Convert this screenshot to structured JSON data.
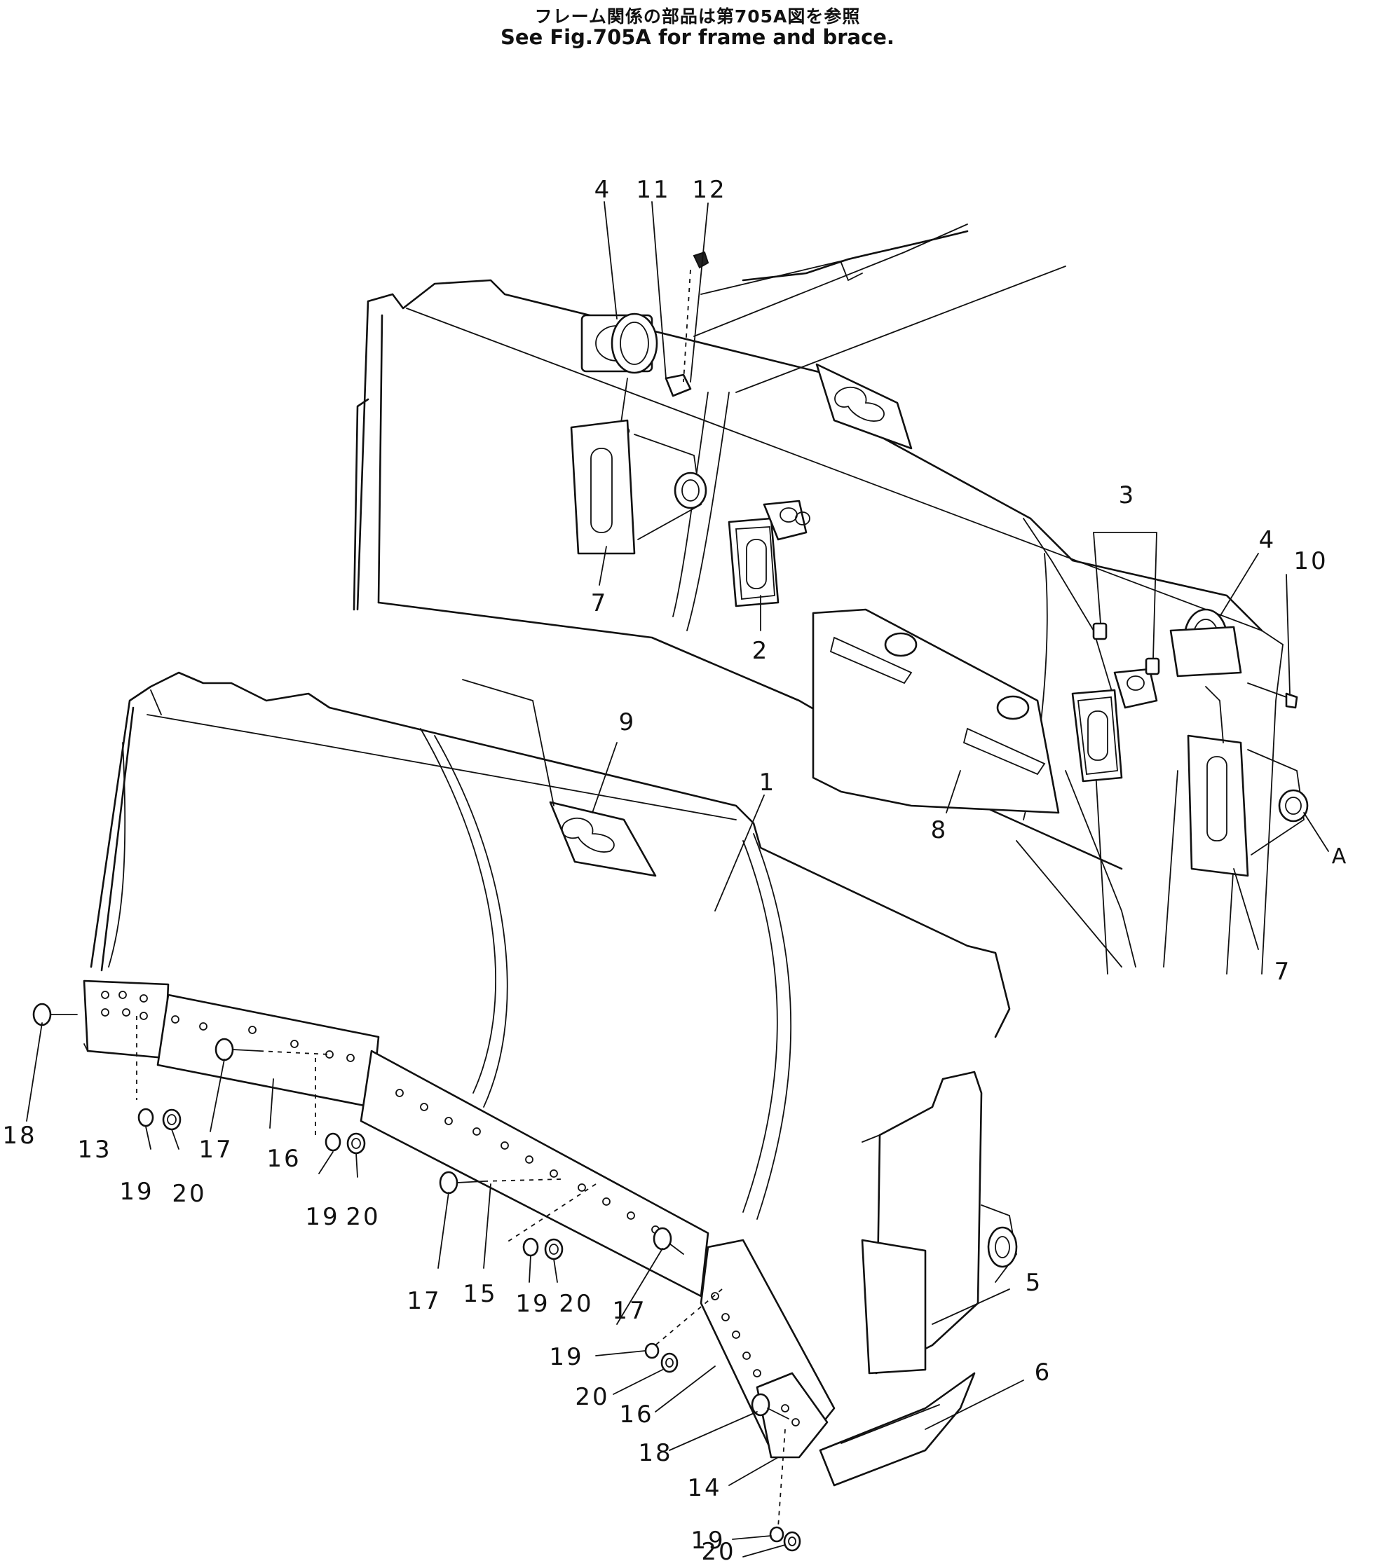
{
  "header": {
    "note_jp": "フレーム関係の部品は第705A図を参照",
    "note_en": "See Fig.705A for frame and brace."
  },
  "colors": {
    "ink": "#111111",
    "paper": "#ffffff"
  },
  "callouts": [
    {
      "id": "c4a",
      "text": "4"
    },
    {
      "id": "c11",
      "text": "11"
    },
    {
      "id": "c12",
      "text": "12"
    },
    {
      "id": "c3",
      "text": "3"
    },
    {
      "id": "c4b",
      "text": "4"
    },
    {
      "id": "c10",
      "text": "10"
    },
    {
      "id": "c7a",
      "text": "7"
    },
    {
      "id": "c2",
      "text": "2"
    },
    {
      "id": "c9",
      "text": "9"
    },
    {
      "id": "c8",
      "text": "8"
    },
    {
      "id": "cA",
      "text": "A"
    },
    {
      "id": "c7b",
      "text": "7"
    },
    {
      "id": "c1",
      "text": "1"
    },
    {
      "id": "c18a",
      "text": "18"
    },
    {
      "id": "c13",
      "text": "13"
    },
    {
      "id": "c19a",
      "text": "19"
    },
    {
      "id": "c20a",
      "text": "20"
    },
    {
      "id": "c17a",
      "text": "17"
    },
    {
      "id": "c16a",
      "text": "16"
    },
    {
      "id": "c19b",
      "text": "19"
    },
    {
      "id": "c20b",
      "text": "20"
    },
    {
      "id": "c17b",
      "text": "17"
    },
    {
      "id": "c15",
      "text": "15"
    },
    {
      "id": "c19c",
      "text": "19"
    },
    {
      "id": "c20c",
      "text": "20"
    },
    {
      "id": "c17c",
      "text": "17"
    },
    {
      "id": "c5",
      "text": "5"
    },
    {
      "id": "c6",
      "text": "6"
    },
    {
      "id": "c19d",
      "text": "19"
    },
    {
      "id": "c20d",
      "text": "20"
    },
    {
      "id": "c16b",
      "text": "16"
    },
    {
      "id": "c18b",
      "text": "18"
    },
    {
      "id": "c14",
      "text": "14"
    },
    {
      "id": "c19e",
      "text": "19"
    },
    {
      "id": "c20e",
      "text": "20"
    }
  ]
}
